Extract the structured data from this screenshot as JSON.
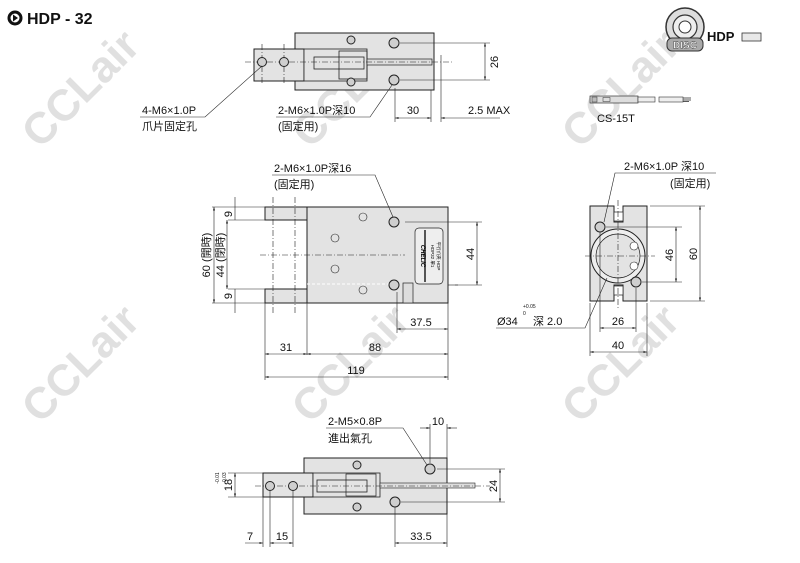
{
  "title": "HDP - 32",
  "logo": {
    "text": "DISC",
    "model": "HDP"
  },
  "sensor": {
    "label": "CS-15T"
  },
  "watermark": "CCLair",
  "top_view": {
    "note1_line1": "4-M6×1.0P",
    "note1_line2": "爪片固定孔",
    "note2_line1": "2-M6×1.0P深10",
    "note2_line2": "(固定用)",
    "dim_26": "26",
    "dim_30": "30",
    "dim_stroke": "2.5 MAX"
  },
  "front_view": {
    "note_line1": "2-M6×1.0P深16",
    "note_line2": "(固定用)",
    "dim_9a": "9",
    "dim_9b": "9",
    "dim_60": "60 (開時)",
    "dim_44_closed": "44 (閉時)",
    "dim_44": "44",
    "dim_37_5": "37.5",
    "dim_31": "31",
    "dim_88": "88",
    "dim_119": "119",
    "plate_brand": "CHELIC",
    "plate_line1": "HDP32 單1",
    "plate_line2": "平行爪夾 HDP"
  },
  "side_view": {
    "note_line1": "2-M6×1.0P 深10",
    "note_line2": "(固定用)",
    "bore_label": "Ø34",
    "bore_tol_upper": "+0.05",
    "bore_tol_lower": "0",
    "bore_depth": "深 2.0",
    "dim_46": "46",
    "dim_60": "60",
    "dim_26": "26",
    "dim_40": "40"
  },
  "bottom_view": {
    "note_line1": "2-M5×0.8P",
    "note_line2": "進出氣孔",
    "dim_10": "10",
    "dim_18": "18",
    "tol_upper": "-0.01",
    "tol_lower": "-0.03",
    "dim_24": "24",
    "dim_7": "7",
    "dim_15": "15",
    "dim_33_5": "33.5"
  }
}
